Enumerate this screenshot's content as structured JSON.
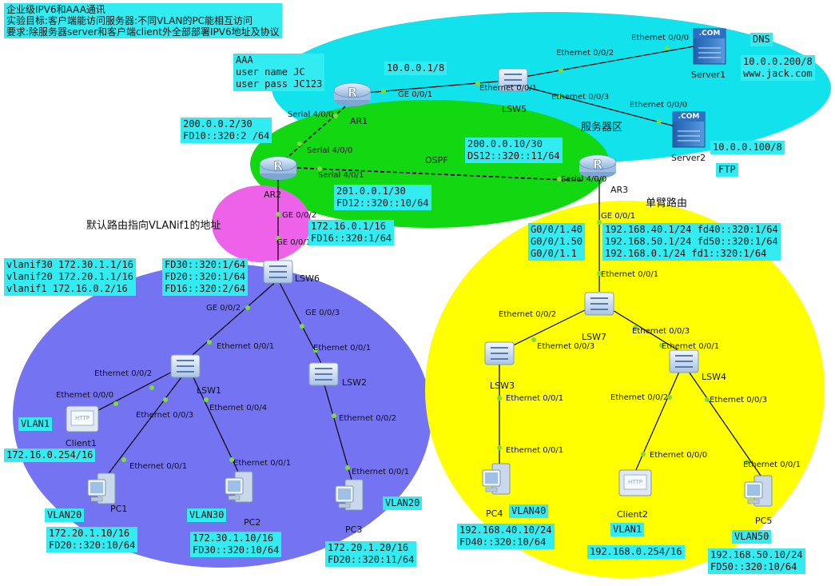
{
  "title": {
    "line1": "企业级IPV6和AAA通讯",
    "line2": "实验目标:客户端能访问服务器:不同VLAN的PC能相互访问",
    "line3": "要求:除服务器server和客户端client外全部部署IPV6地址及协议"
  },
  "zones": {
    "server_zone": "服务器区",
    "ospf": "OSPF",
    "router_on_stick": "单臂路由",
    "default_route": "默认路由指向VLANif1的地址"
  },
  "colors": {
    "server_zone": "#12e2ec",
    "ospf_zone": "#11d811",
    "default_zone": "#ee62ea",
    "left_lan": "#7474f2",
    "right_lan": "#ffff00",
    "label_bg": "#33ecf2"
  },
  "devices": {
    "ar1": "AR1",
    "ar2": "AR2",
    "ar3": "AR3",
    "lsw1": "LSW1",
    "lsw2": "LSW2",
    "lsw3": "LSW3",
    "lsw4": "LSW4",
    "lsw5": "LSW5",
    "lsw6": "LSW6",
    "lsw7": "LSW7",
    "server1": "Server1",
    "server2": "Server2",
    "client1": "Client1",
    "client2": "Client2",
    "pc1": "PC1",
    "pc2": "PC2",
    "pc3": "PC3",
    "pc4": "PC4",
    "pc5": "PC5",
    "server_badge": ".COM",
    "client_badge": "HTTP"
  },
  "labels": {
    "aaa": "AAA\nuser name JC\nuser pass JC123",
    "ar1_net": "10.0.0.1/8",
    "ar2_serial": "200.0.0.2/30\nFD10::320:2 /64",
    "ar3_serial": "200.0.0.10/30\nDS12::320::11/64",
    "ar2_ar3": "201.0.0.1/30\nFD12::320::10/64",
    "ar2_g002": "172.16.0.1/16\nFD16::320:1/64",
    "dns": "DNS",
    "server1_ip": "10.0.0.200/8\nwww.jack.com",
    "ftp": "FTP",
    "server2_ip": "10.0.0.100/8",
    "lsw6_vlanif": "vlanif30 172.30.1.1/16\nvlanif20 172.20.1.1/16\nvlanif1 172.16.0.2/16",
    "lsw6_v6": "FD30::320:1/64\nFD20::320:1/64\nFD16::320:2/64",
    "ar3_subif": "G0/0/1.40\nG0/0/1.50\nG0/0/1.1",
    "ar3_subif_ip": "192.168.40.1/24 fd40::320:1/64\n192.168.50.1/24 fd50::320:1/64\n192.168.0.1/24 fd1::320:1/64",
    "vlan1_c1": "VLAN1",
    "client1_ip": "172.16.0.254/16",
    "vlan20_pc1": "VLAN20",
    "pc1_ip": "172.20.1.10/16\nFD20::320:10/64",
    "vlan30_pc2": "VLAN30",
    "pc2_ip": "172.30.1.10/16\nFD30::320:10/64",
    "vlan20_pc3": "VLAN20",
    "pc3_ip": "172.20.1.20/16\nFD20::320:11/64",
    "vlan40_pc4": "VLAN40",
    "pc4_ip": "192.168.40.10/24\nFD40::320:10/64",
    "vlan1_c2": "VLAN1",
    "client2_ip": "192.168.0.254/16",
    "vlan50_pc5": "VLAN50",
    "pc5_ip": "192.168.50.10/24\nFD50::320:10/64"
  },
  "ports": {
    "ar1_ge": "GE 0/0/1",
    "ar1_serial": "Serial 4/0/0",
    "ar2_serial_a": "Serial 4/0/0",
    "ar2_serial_b": "Serial 4/0/1",
    "ar3_serial": "Serial 4/0/0",
    "lsw5_e001": "Ethernet 0/0/1",
    "lsw5_e002": "Ethernet 0/0/2",
    "lsw5_e003": "Ethernet 0/0/3",
    "server1_e000": "Ethernet 0/0/0",
    "server2_e000": "Ethernet 0/0/0",
    "ar2_ge002": "GE 0/0/2",
    "lsw6_ge001": "GE 0/0/1",
    "lsw6_ge002": "GE 0/0/2",
    "lsw6_ge003": "GE 0/0/3",
    "lsw1_e001": "Ethernet 0/0/1",
    "lsw1_e002": "Ethernet 0/0/2",
    "lsw1_e003": "Ethernet 0/0/3",
    "lsw1_e004": "Ethernet 0/0/4",
    "client1_e000": "Ethernet 0/0/0",
    "pc1_e001": "Ethernet 0/0/1",
    "pc2_e001": "Ethernet 0/0/1",
    "lsw2_e001": "Ethernet 0/0/1",
    "lsw2_e002": "Ethernet 0/0/2",
    "pc3_e001": "Ethernet 0/0/1",
    "ar3_ge001": "GE 0/0/1",
    "lsw7_e001": "Ethernet 0/0/1",
    "lsw7_e002": "Ethernet 0/0/2",
    "lsw7_e003": "Ethernet 0/0/3",
    "lsw3_e003": "Ethernet 0/0/3",
    "lsw3_e001": "Ethernet 0/0/1",
    "pc4_e001": "Ethernet 0/0/1",
    "lsw4_e001": "Ethernet 0/0/1",
    "lsw4_e002": "Ethernet 0/0/2",
    "lsw4_e003": "Ethernet 0/0/3",
    "client2_e000": "Ethernet 0/0/0",
    "pc5_e001": "Ethernet 0/0/1"
  }
}
